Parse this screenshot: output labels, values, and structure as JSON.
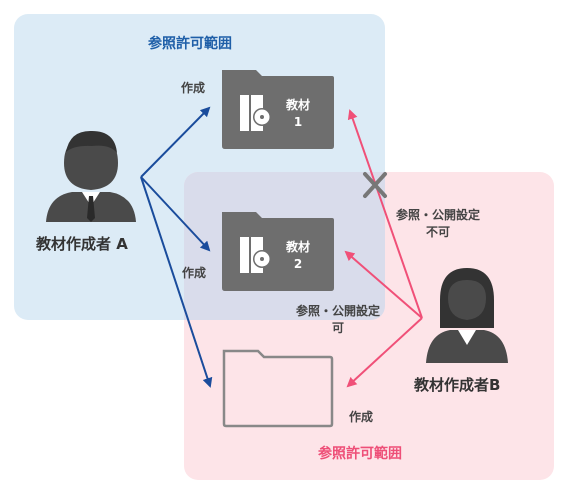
{
  "zones": {
    "blue": {
      "title": "参照許可範囲",
      "fill": "#dcebf6"
    },
    "pink": {
      "title": "参照許可範囲",
      "fill": "#fde4e8"
    },
    "overlap_fill": "#d9dceb"
  },
  "users": {
    "a": {
      "name": "教材作成者 A",
      "icon": "male-user-icon"
    },
    "b": {
      "name": "教材作成者B",
      "icon": "female-user-icon"
    }
  },
  "folders": [
    {
      "line1": "教材",
      "line2": "1",
      "icon": "disc-book-icon"
    },
    {
      "line1": "教材",
      "line2": "2",
      "icon": "disc-book-icon"
    },
    {
      "icon": "empty-folder-icon"
    }
  ],
  "labels": {
    "create_a1": "作成",
    "create_a2": "作成",
    "create_b": "作成",
    "share_denied_line1": "参照・公開設定",
    "share_denied_line2": "不可",
    "share_allowed_line1": "参照・公開設定",
    "share_allowed_line2": "可"
  },
  "colors": {
    "blue_arrow": "#1a4c9c",
    "pink_arrow": "#f05078",
    "folder": "#6e6e6e",
    "person": "#4a4a4a",
    "cross": "#777777"
  }
}
